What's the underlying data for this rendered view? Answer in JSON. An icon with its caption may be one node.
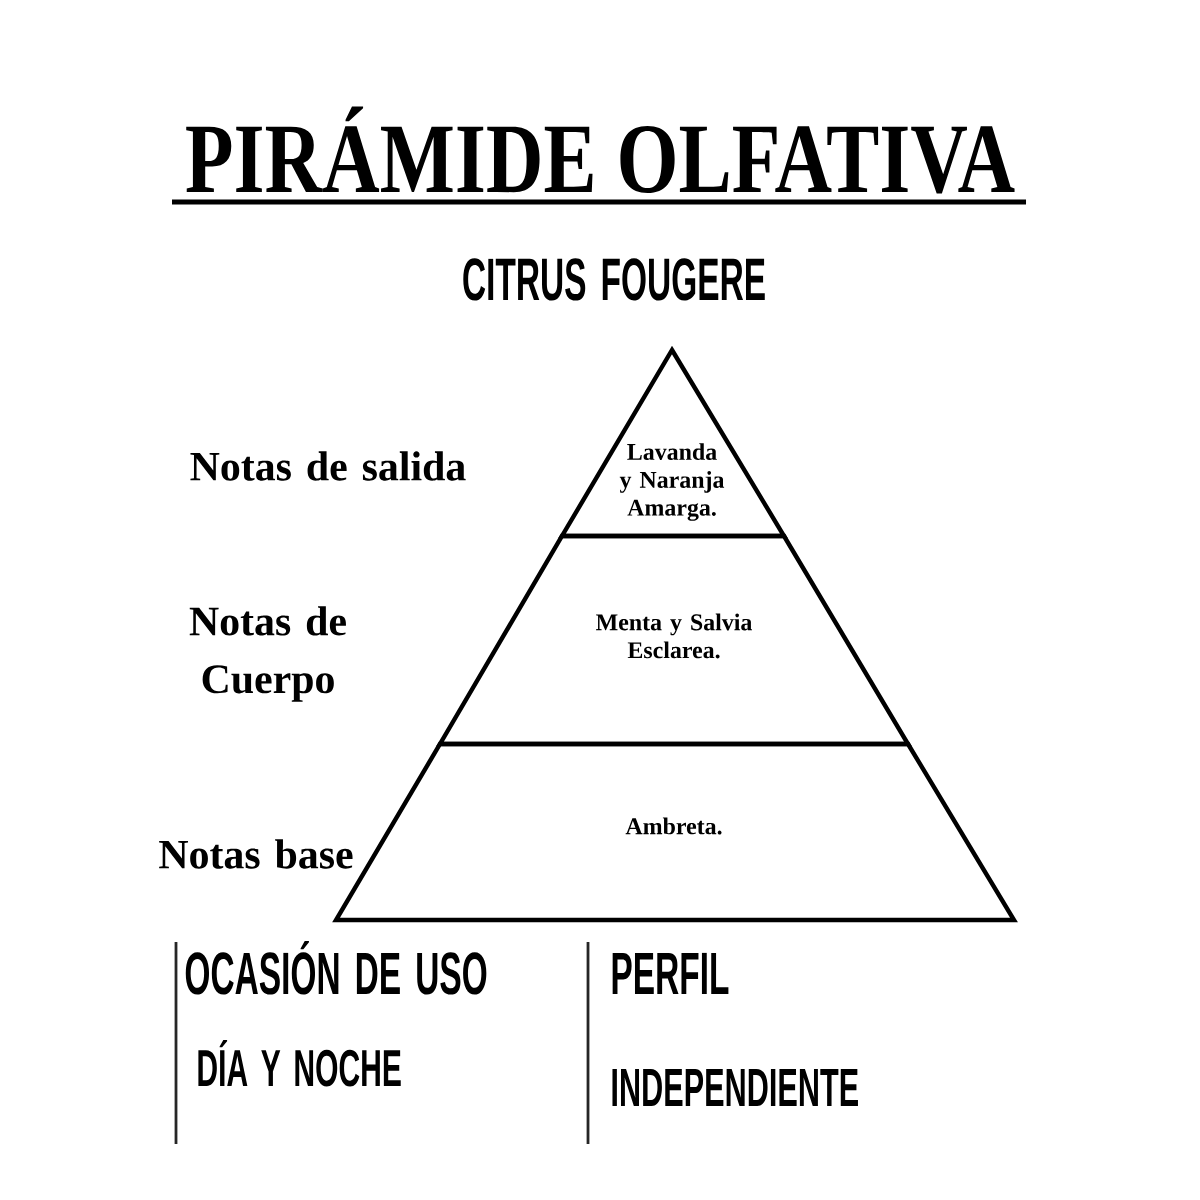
{
  "diagram": {
    "title": "PIRÁMIDE OLFATIVA",
    "nodes": [
      {
        "text": [
          "Lavanda y Naranja Amarga."
        ]
      },
      {
        "text": [
          "Menta y Salvia Esclarea."
        ]
      },
      {
        "text": [
          "Ambreta."
        ]
      }
    ],
    "labels": [
      "CITRUS FOUGERE",
      "Notas de salida",
      "Notas de Cuerpo",
      "Notas base",
      "OCASIÓN DE USO",
      "DÍA Y NOCHE",
      "PERFIL",
      "INDEPENDIENTE"
    ]
  }
}
